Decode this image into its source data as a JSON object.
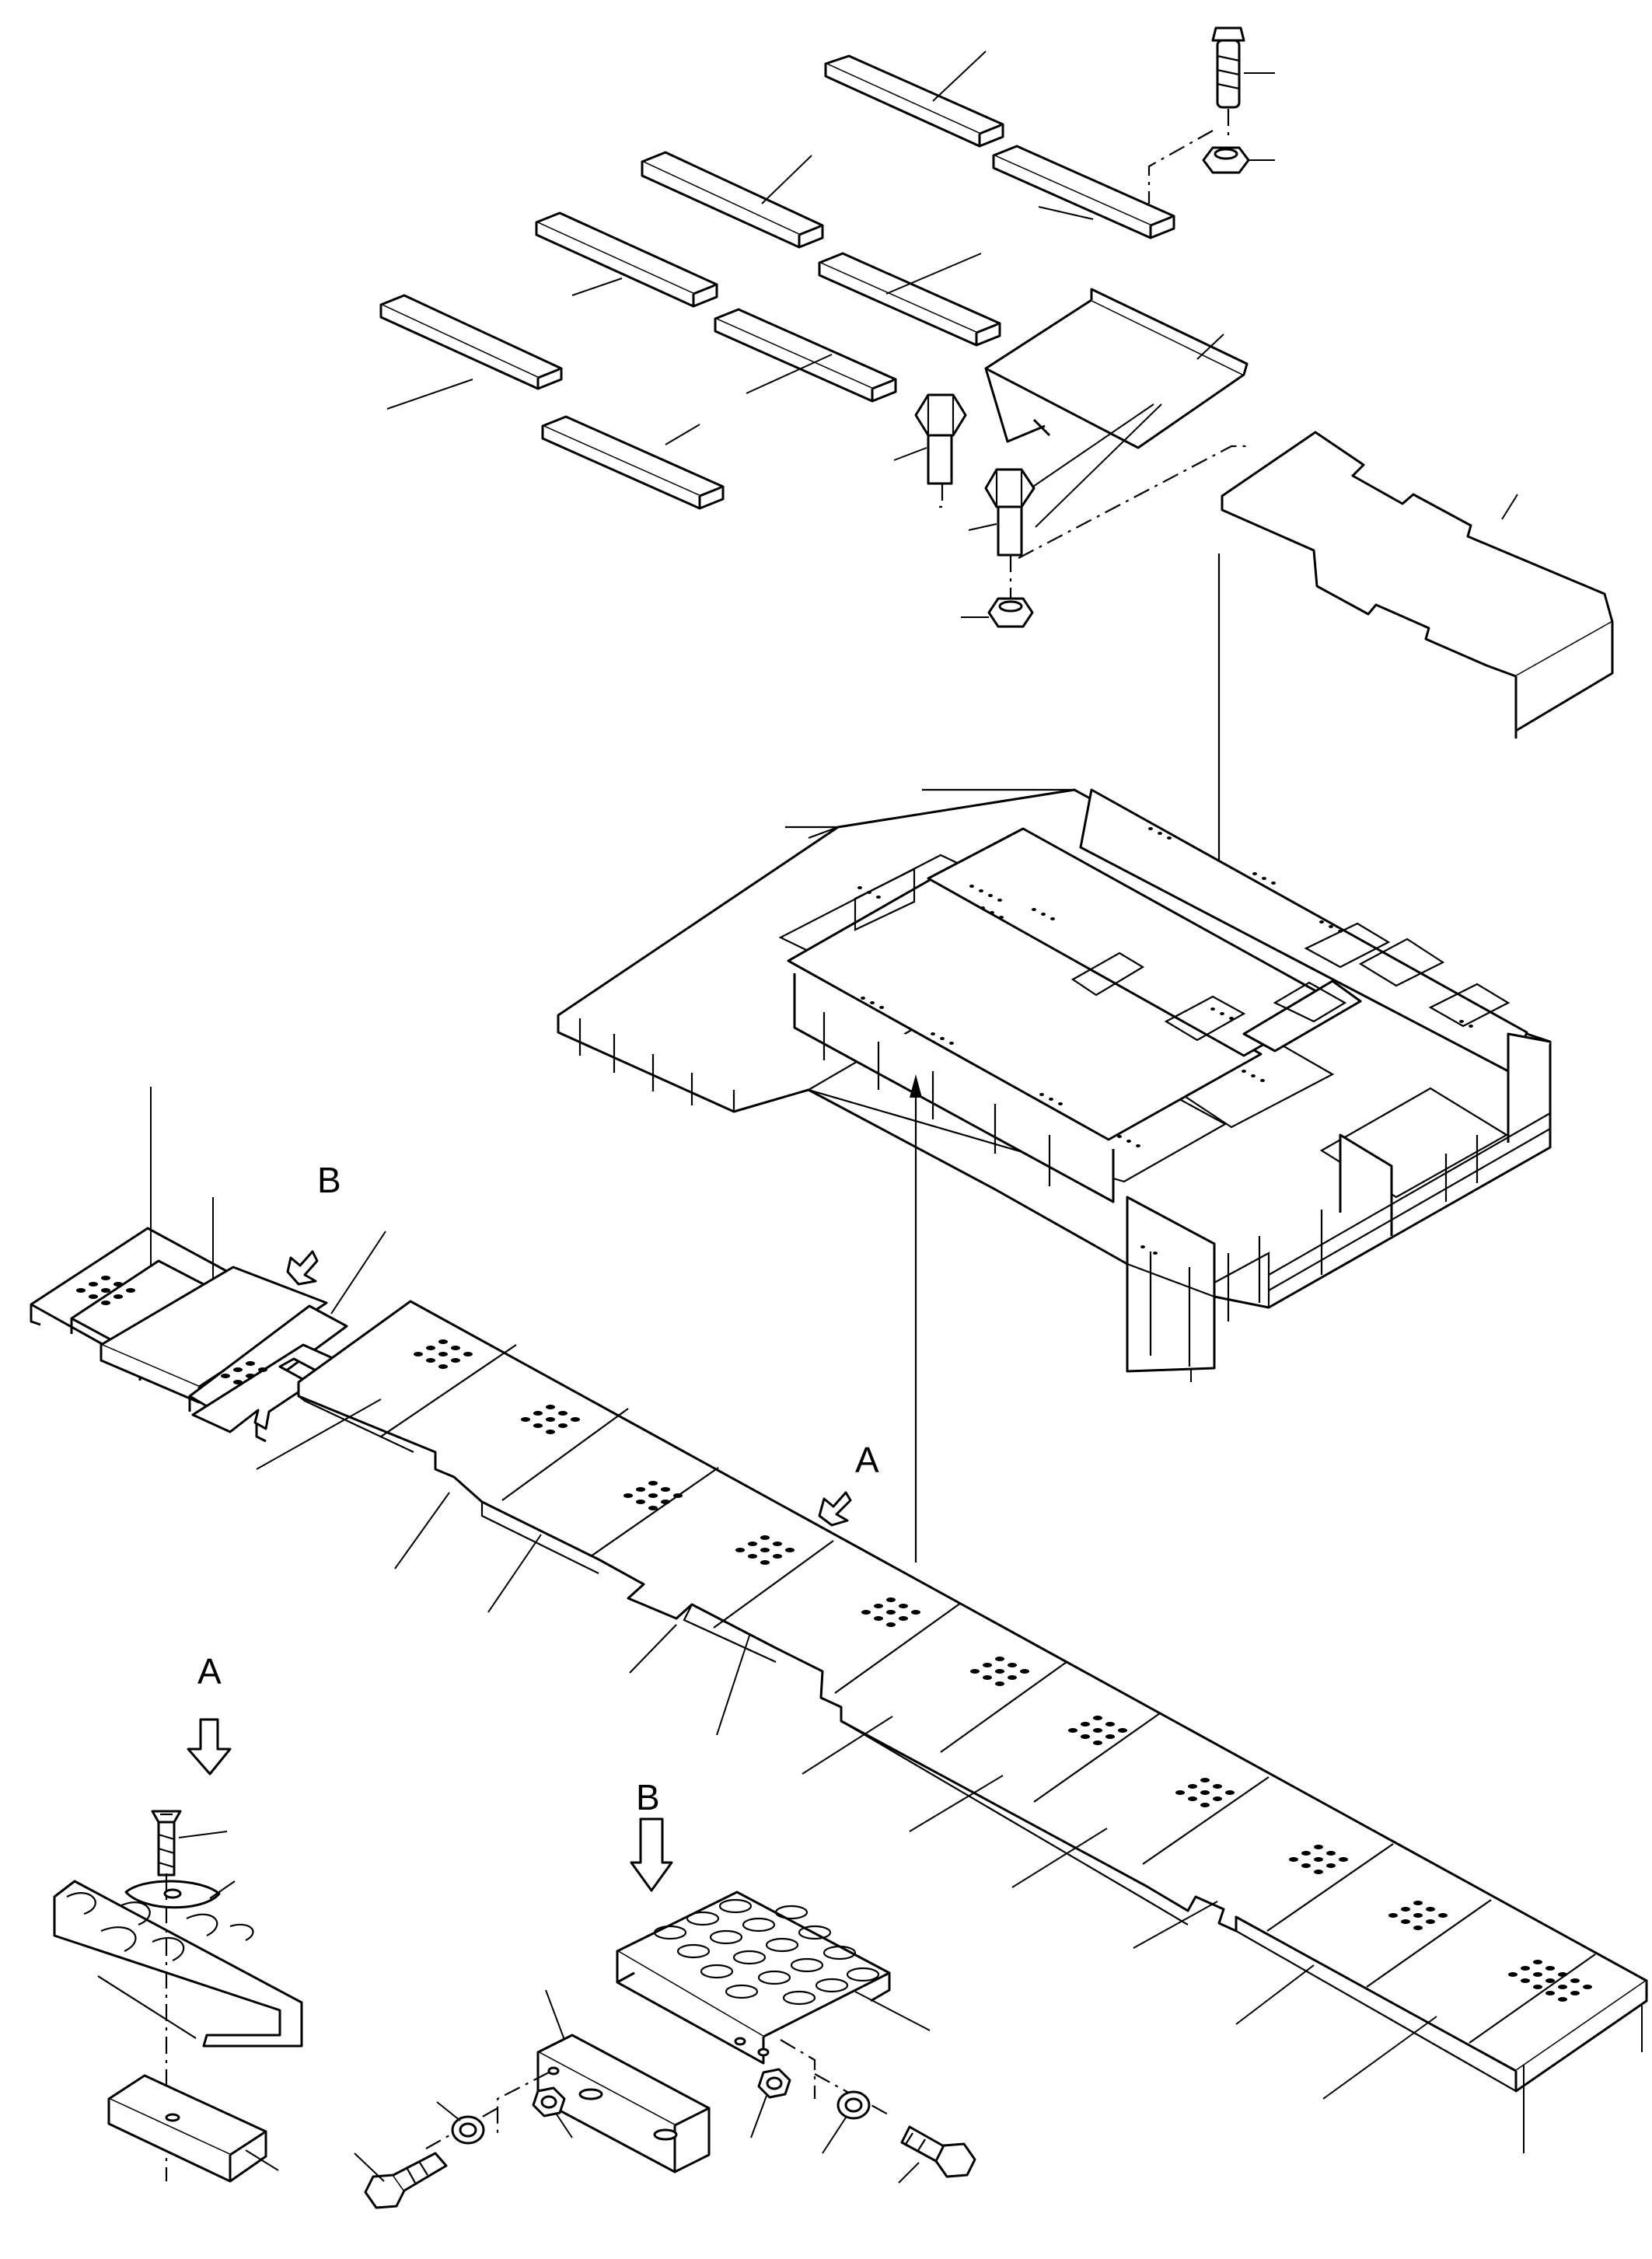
{
  "labels": {
    "view_b_arrow": "B",
    "view_a_arrow": "A",
    "detail_a_title": "A",
    "detail_b_title": "B"
  }
}
